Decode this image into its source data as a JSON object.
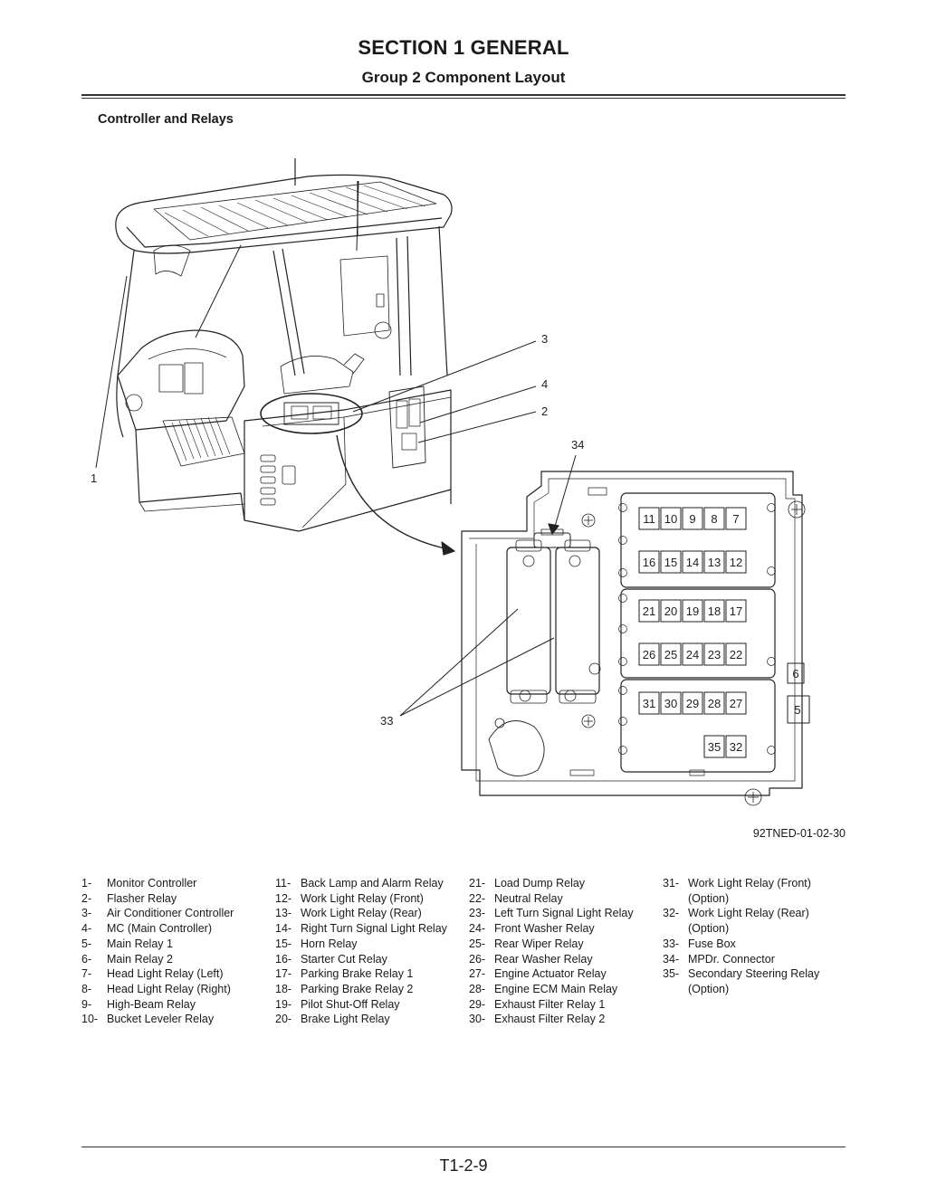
{
  "header": {
    "section_title": "SECTION 1 GENERAL",
    "group_title": "Group 2 Component Layout"
  },
  "subheading": "Controller and Relays",
  "figure": {
    "code": "92TNED-01-02-30",
    "callouts": [
      "1",
      "2",
      "3",
      "4",
      "33",
      "34"
    ],
    "relay_grid_rows": [
      [
        "11",
        "10",
        "9",
        "8",
        "7"
      ],
      [
        "16",
        "15",
        "14",
        "13",
        "12"
      ],
      [
        "21",
        "20",
        "19",
        "18",
        "17"
      ],
      [
        "26",
        "25",
        "24",
        "23",
        "22"
      ],
      [
        "31",
        "30",
        "29",
        "28",
        "27"
      ],
      [
        "35",
        "32"
      ]
    ],
    "side_relays": [
      "6",
      "5"
    ]
  },
  "legend": {
    "columns": [
      [
        {
          "num": "1-",
          "text": "Monitor Controller"
        },
        {
          "num": "2-",
          "text": "Flasher Relay"
        },
        {
          "num": "3-",
          "text": "Air Conditioner Controller"
        },
        {
          "num": "4-",
          "text": "MC (Main Controller)"
        },
        {
          "num": "5-",
          "text": "Main Relay 1"
        },
        {
          "num": "6-",
          "text": "Main Relay 2"
        },
        {
          "num": "7-",
          "text": "Head Light Relay (Left)"
        },
        {
          "num": "8-",
          "text": "Head Light Relay (Right)"
        },
        {
          "num": "9-",
          "text": "High-Beam Relay"
        },
        {
          "num": "10-",
          "text": "Bucket Leveler Relay"
        }
      ],
      [
        {
          "num": "11-",
          "text": "Back Lamp and Alarm Relay"
        },
        {
          "num": "12-",
          "text": "Work Light Relay (Front)"
        },
        {
          "num": "13-",
          "text": "Work Light Relay (Rear)"
        },
        {
          "num": "14-",
          "text": "Right Turn Signal Light Relay"
        },
        {
          "num": "15-",
          "text": "Horn Relay"
        },
        {
          "num": "16-",
          "text": "Starter Cut Relay"
        },
        {
          "num": "17-",
          "text": "Parking Brake Relay 1"
        },
        {
          "num": "18-",
          "text": "Parking Brake Relay 2"
        },
        {
          "num": "19-",
          "text": "Pilot Shut-Off Relay"
        },
        {
          "num": "20-",
          "text": "Brake Light Relay"
        }
      ],
      [
        {
          "num": "21-",
          "text": "Load Dump Relay"
        },
        {
          "num": "22-",
          "text": "Neutral Relay"
        },
        {
          "num": "23-",
          "text": "Left Turn Signal Light Relay"
        },
        {
          "num": "24-",
          "text": "Front Washer Relay"
        },
        {
          "num": "25-",
          "text": "Rear Wiper Relay"
        },
        {
          "num": "26-",
          "text": "Rear Washer Relay"
        },
        {
          "num": "27-",
          "text": "Engine Actuator Relay"
        },
        {
          "num": "28-",
          "text": "Engine ECM Main Relay"
        },
        {
          "num": "29-",
          "text": "Exhaust Filter Relay 1"
        },
        {
          "num": "30-",
          "text": "Exhaust Filter Relay 2"
        }
      ],
      [
        {
          "num": "31-",
          "text": "Work Light Relay (Front)"
        },
        {
          "num": "",
          "text": "(Option)"
        },
        {
          "num": "32-",
          "text": "Work Light Relay (Rear)"
        },
        {
          "num": "",
          "text": "(Option)"
        },
        {
          "num": "33-",
          "text": "Fuse Box"
        },
        {
          "num": "34-",
          "text": "MPDr. Connector"
        },
        {
          "num": "35-",
          "text": "Secondary Steering Relay"
        },
        {
          "num": "",
          "text": "(Option)"
        }
      ]
    ]
  },
  "footer": {
    "page_number": "T1-2-9"
  }
}
